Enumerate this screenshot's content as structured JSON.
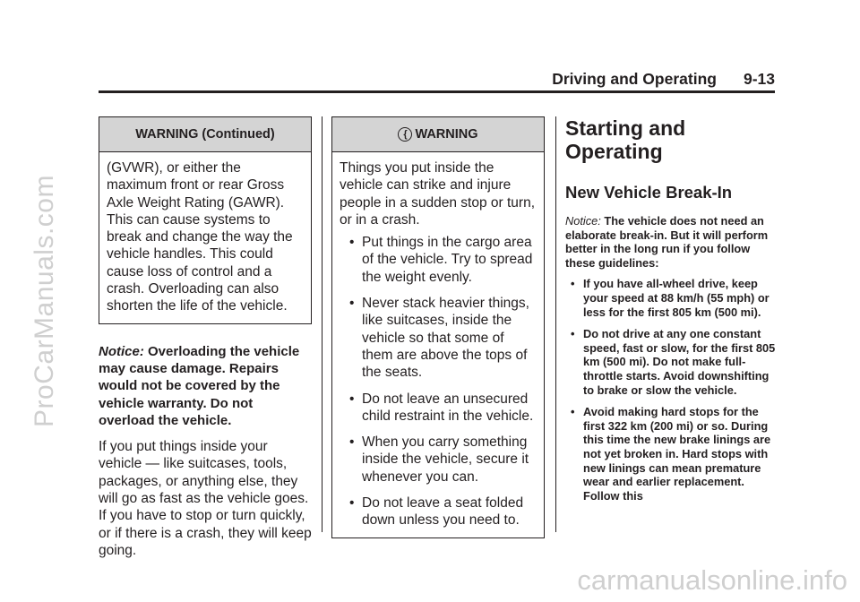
{
  "header": {
    "section": "Driving and Operating",
    "page": "9-13"
  },
  "watermarks": {
    "left": "ProCarManuals.com",
    "bottom": "carmanualsonline.info"
  },
  "col1": {
    "box_title": "WARNING  (Continued)",
    "box_text": "(GVWR), or either the maximum front or rear Gross Axle Weight Rating (GAWR). This can cause systems to break and change the way the vehicle handles. This could cause loss of control and a crash. Overloading can also shorten the life of the vehicle.",
    "notice_label": "Notice:",
    "notice_text": " Overloading the vehicle may cause damage. Repairs would not be covered by the vehicle warranty. Do not overload the vehicle.",
    "para": "If you put things inside your vehicle — like suitcases, tools, packages, or anything else, they will go as fast as the vehicle goes. If you have to stop or turn quickly, or if there is a crash, they will keep going."
  },
  "col2": {
    "warning_icon": "{",
    "box_title": "WARNING",
    "intro": "Things you put inside the vehicle can strike and injure people in a sudden stop or turn, or in a crash.",
    "bullets": [
      "Put things in the cargo area of the vehicle. Try to spread the weight evenly.",
      "Never stack heavier things, like suitcases, inside the vehicle so that some of them are above the tops of the seats.",
      "Do not leave an unsecured child restraint in the vehicle.",
      "When you carry something inside the vehicle, secure it whenever you can.",
      "Do not leave a seat folded down unless you need to."
    ]
  },
  "col3": {
    "title": "Starting and Operating",
    "subtitle": "New Vehicle Break-In",
    "notice_label": "Notice:",
    "notice_text": "  The vehicle does not need an elaborate break-in. But it will perform better in the long run if you follow these guidelines:",
    "bullets": [
      "If you have all-wheel drive, keep your speed at 88 km/h (55 mph) or less for the first 805 km (500 mi).",
      "Do not drive at any one constant speed, fast or slow, for the first 805 km (500 mi). Do not make full-throttle starts. Avoid downshifting to brake or slow the vehicle.",
      "Avoid making hard stops for the first 322 km (200 mi) or so. During this time the new brake linings are not yet broken in. Hard stops with new linings can mean premature wear and earlier replacement. Follow this"
    ]
  }
}
